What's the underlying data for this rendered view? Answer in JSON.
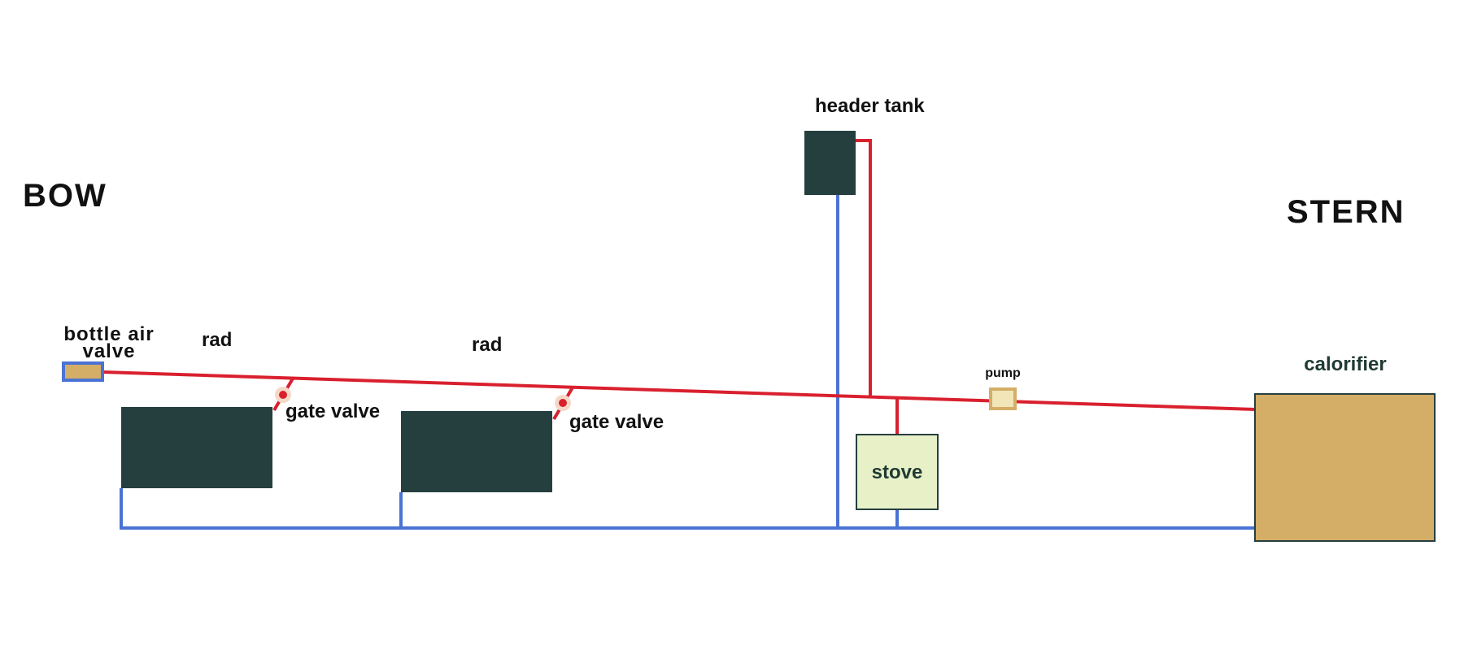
{
  "labels": {
    "bow": "BOW",
    "stern": "STERN",
    "header_tank": "header tank",
    "bottle_air_valve_line1": "bottle air",
    "bottle_air_valve_line2": "valve",
    "rad_1": "rad",
    "rad_2": "rad",
    "gate_valve_1": "gate valve",
    "gate_valve_2": "gate valve",
    "pump": "pump",
    "stove": "stove",
    "calorifier": "calorifier"
  },
  "colors": {
    "flow_pipe": "#d9202e",
    "return_pipe": "#4a73d4",
    "radiator": "#253f3f",
    "header_tank": "#253f3f",
    "stove_fill": "#e8f0c7",
    "calorifier_fill": "#d4ad66",
    "pump_fill": "#f0e6b8",
    "pump_border": "#d4ad66",
    "air_valve_fill": "#d4ad66",
    "air_valve_border": "#4a73d4"
  }
}
